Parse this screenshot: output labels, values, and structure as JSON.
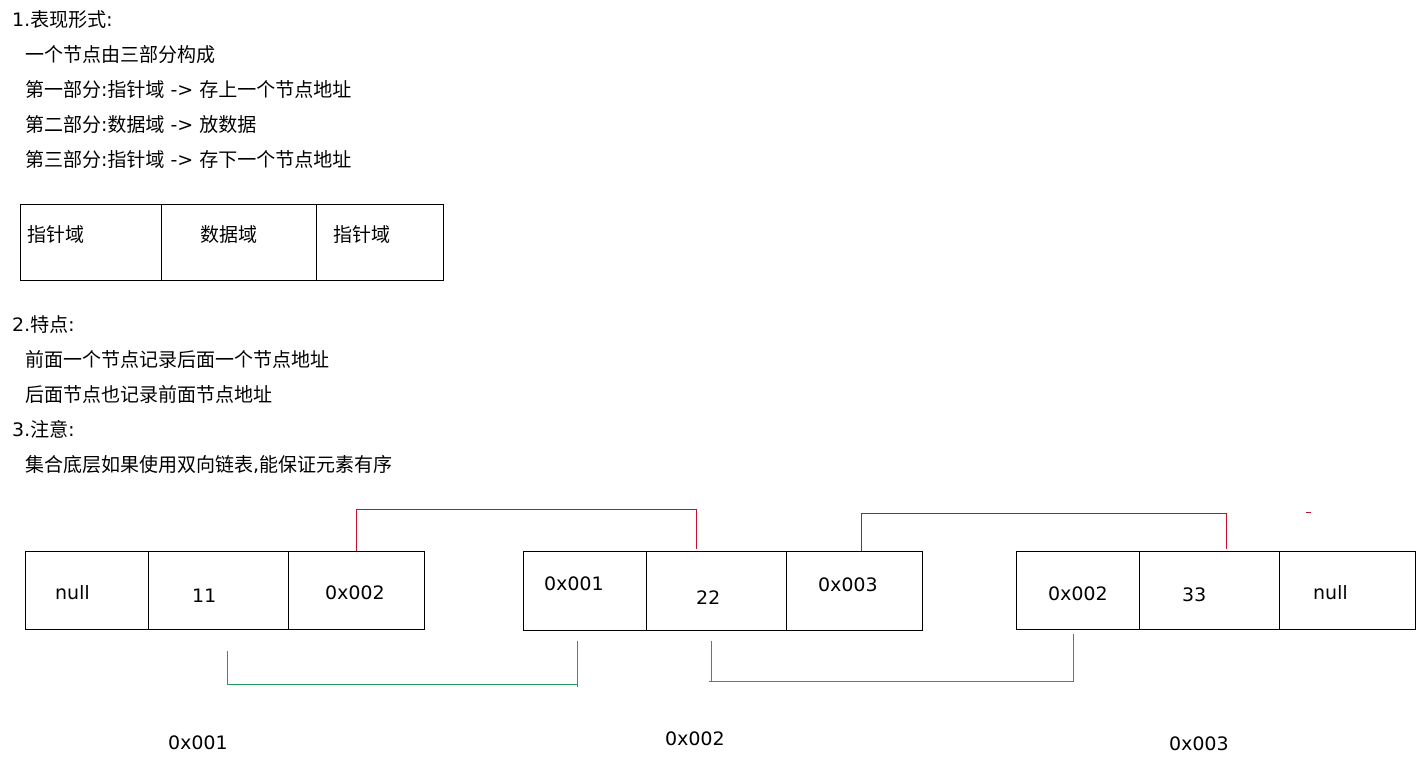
{
  "sections": {
    "form": {
      "heading": "1.表现形式:",
      "lines": [
        "一个节点由三部分构成",
        "第一部分:指针域 -> 存上一个节点地址",
        "第二部分:数据域 -> 放数据",
        "第三部分:指针域 -> 存下一个节点地址"
      ]
    },
    "node_template": [
      "指针域",
      "数据域",
      "指针域"
    ],
    "features": {
      "heading": "2.特点:",
      "lines": [
        "前面一个节点记录后面一个节点地址",
        "后面节点也记录前面节点地址"
      ]
    },
    "notes": {
      "heading": "3.注意:",
      "lines": [
        "集合底层如果使用双向链表,能保证元素有序"
      ]
    }
  },
  "nodes": [
    {
      "prev": "null",
      "value": "11",
      "next": "0x002",
      "address": "0x001"
    },
    {
      "prev": "0x001",
      "value": "22",
      "next": "0x003",
      "address": "0x002"
    },
    {
      "prev": "0x002",
      "value": "33",
      "next": "null",
      "address": "0x003"
    }
  ],
  "colors": {
    "forward_link": "#c8102e",
    "backward_link": "#1e9e5a"
  }
}
